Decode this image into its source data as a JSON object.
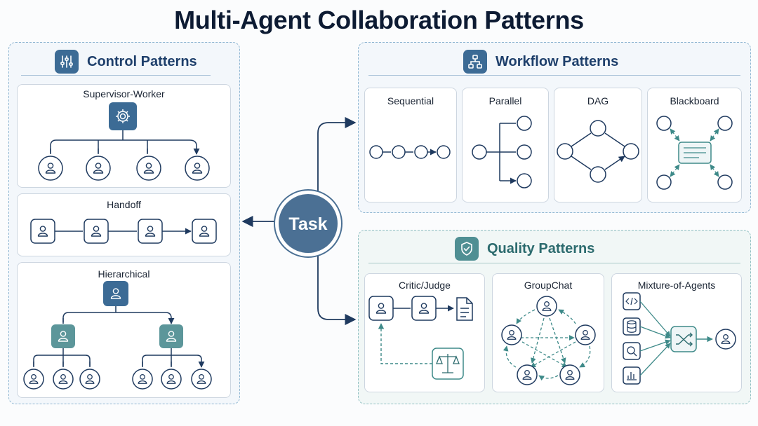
{
  "title": "Multi-Agent Collaboration Patterns",
  "center_node": "Task",
  "groups": {
    "control": {
      "title": "Control Patterns",
      "icon": "sliders-icon",
      "patterns": [
        "Supervisor-Worker",
        "Handoff",
        "Hierarchical"
      ]
    },
    "workflow": {
      "title": "Workflow Patterns",
      "icon": "sitemap-icon",
      "patterns": [
        "Sequential",
        "Parallel",
        "DAG",
        "Blackboard"
      ]
    },
    "quality": {
      "title": "Quality Patterns",
      "icon": "shield-check-icon",
      "patterns": [
        "Critic/Judge",
        "GroupChat",
        "Mixture-of-Agents"
      ]
    }
  },
  "colors": {
    "title": "#0d1b33",
    "navy": "#3c6b95",
    "teal": "#4f8f93",
    "group_border": "#8fb6d2",
    "line": "#1f3a5f",
    "dashed_teal": "#3e8a89"
  }
}
